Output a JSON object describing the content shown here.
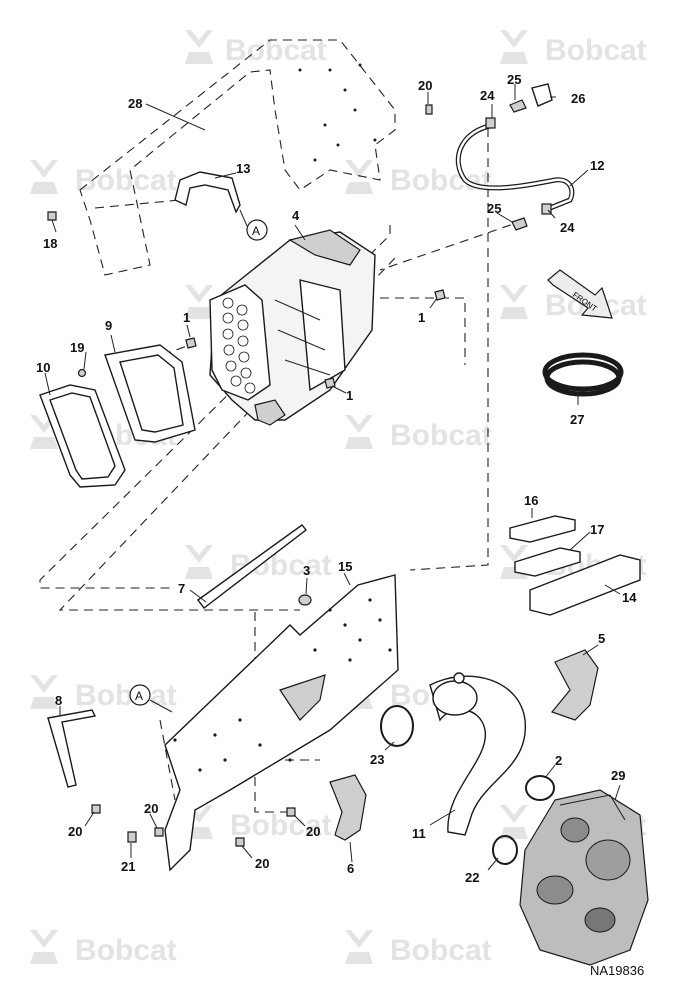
{
  "watermark": {
    "text": "Bobcat",
    "registered": "®"
  },
  "drawing_ref": "NA19836",
  "front_arrow": {
    "label": "FRONT"
  },
  "detail_marker": "A",
  "callouts": [
    "1",
    "2",
    "3",
    "4",
    "5",
    "6",
    "7",
    "8",
    "9",
    "10",
    "11",
    "12",
    "13",
    "14",
    "15",
    "16",
    "17",
    "18",
    "19",
    "20",
    "21",
    "22",
    "23",
    "24",
    "25",
    "26",
    "27",
    "28",
    "29"
  ]
}
